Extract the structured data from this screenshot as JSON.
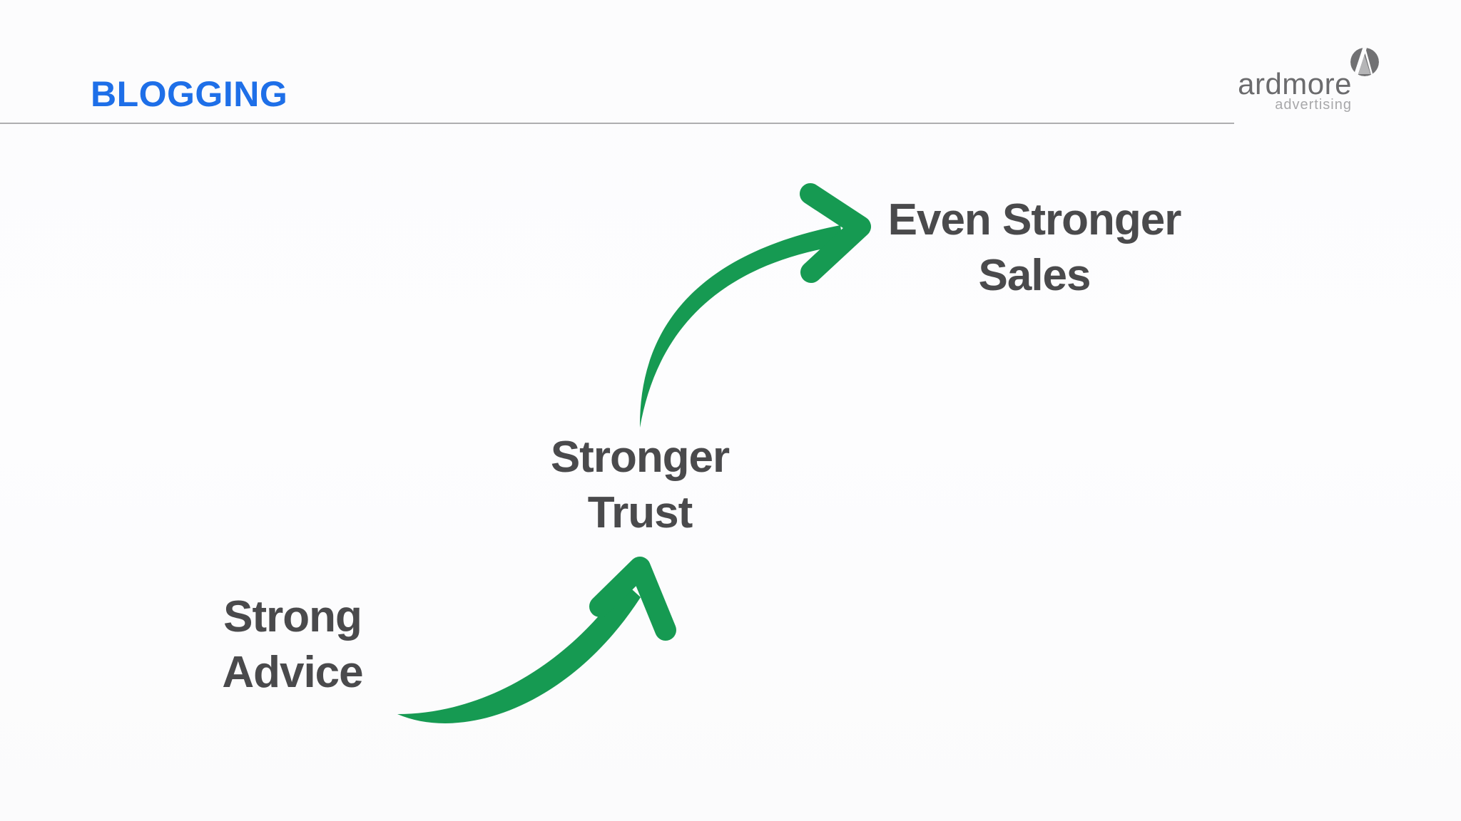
{
  "slide": {
    "header": {
      "title": "BLOGGING"
    },
    "logo": {
      "name": "ardmore",
      "tagline": "advertising",
      "icon": "mountain-peak-circle-icon"
    },
    "diagram": {
      "steps": [
        {
          "id": "strong-advice",
          "label": "Strong\nAdvice"
        },
        {
          "id": "stronger-trust",
          "label": "Stronger\nTrust"
        },
        {
          "id": "even-stronger-sales",
          "label": "Even Stronger\nSales"
        }
      ],
      "arrows": [
        {
          "name": "arrow-advice-to-trust",
          "from": "Strong Advice",
          "to": "Stronger Trust"
        },
        {
          "name": "arrow-trust-to-sales",
          "from": "Stronger Trust",
          "to": "Even Stronger Sales"
        }
      ]
    },
    "colors": {
      "accent_blue": "#1e6fe8",
      "arrow_green": "#169a52",
      "text_dark": "#4a4a4c",
      "logo_gray": "#6b6b6d",
      "logo_light_gray": "#a8a8aa",
      "rule_gray": "#aeaeb0"
    }
  }
}
